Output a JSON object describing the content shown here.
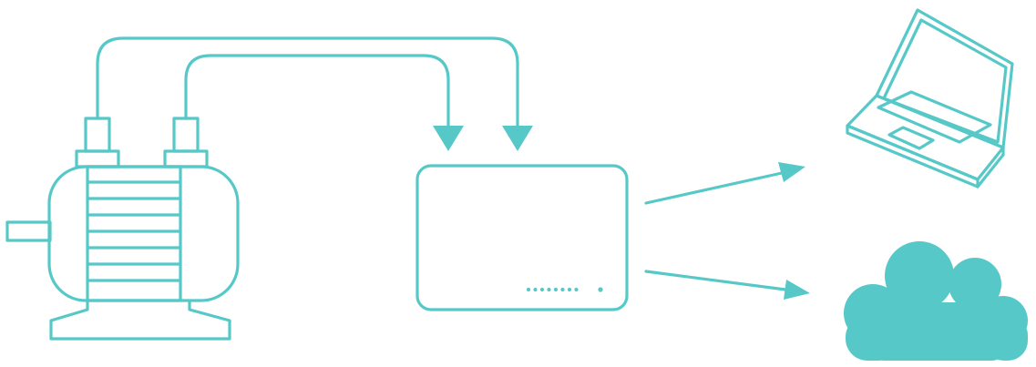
{
  "colors": {
    "primary": "#57c8c8",
    "background": "#ffffff"
  },
  "nodes": [
    {
      "id": "motor",
      "icon": "electric-motor-icon"
    },
    {
      "id": "gateway",
      "icon": "gateway-device-icon",
      "indicator_dots": 8
    },
    {
      "id": "laptop",
      "icon": "laptop-icon"
    },
    {
      "id": "cloud",
      "icon": "cloud-icon"
    }
  ],
  "edges": [
    {
      "from": "motor",
      "to": "gateway",
      "kind": "cable"
    },
    {
      "from": "motor",
      "to": "gateway",
      "kind": "cable"
    },
    {
      "from": "gateway",
      "to": "laptop",
      "kind": "arrow"
    },
    {
      "from": "gateway",
      "to": "cloud",
      "kind": "arrow"
    }
  ]
}
